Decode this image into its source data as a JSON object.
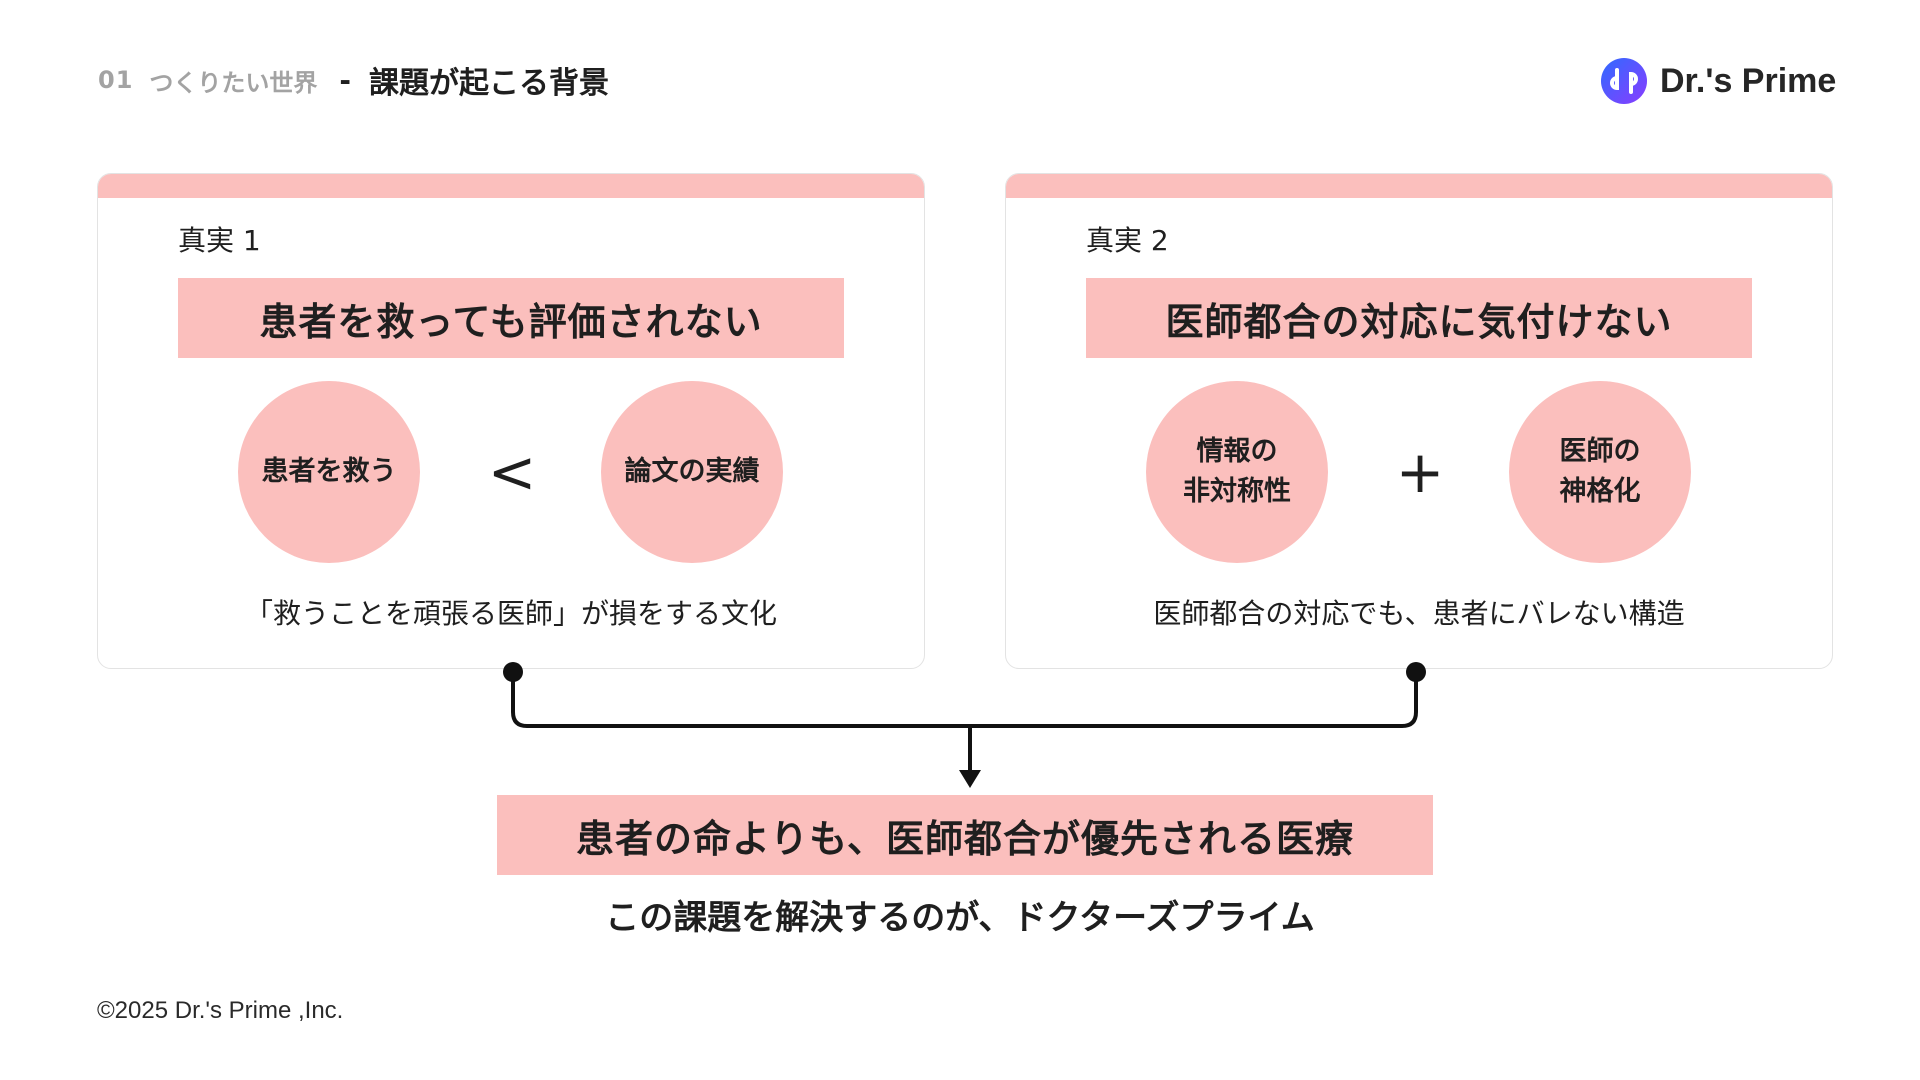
{
  "header": {
    "section_number": "01",
    "section_name": "つくりたい世界",
    "separator": "-",
    "title": "課題が起こる背景"
  },
  "logo": {
    "text": "Dr.'s Prime",
    "mark_colors": [
      "#2f6bff",
      "#8a3cff"
    ]
  },
  "cards": [
    {
      "label": "真実 1",
      "headline": "患者を救っても評価されない",
      "left_circle": [
        "患者を救う"
      ],
      "operator": "<",
      "right_circle": [
        "論文の実績"
      ],
      "caption": "「救うことを頑張る医師」が損をする文化"
    },
    {
      "label": "真実 2",
      "headline": "医師都合の対応に気付けない",
      "left_circle": [
        "情報の",
        "非対称性"
      ],
      "operator": "+",
      "right_circle": [
        "医師の",
        "神格化"
      ],
      "caption": "医師都合の対応でも、患者にバレない構造"
    }
  ],
  "result": {
    "headline": "患者の命よりも、医師都合が優先される医療",
    "tagline": "この課題を解決するのが、ドクターズプライム"
  },
  "footer": {
    "copyright": "©2025 Dr.'s Prime ,Inc."
  },
  "colors": {
    "accent_pink": "#fbbfbd",
    "text": "#1f1f1f",
    "muted": "#a3a3a3",
    "card_border": "#e3e3e3"
  }
}
